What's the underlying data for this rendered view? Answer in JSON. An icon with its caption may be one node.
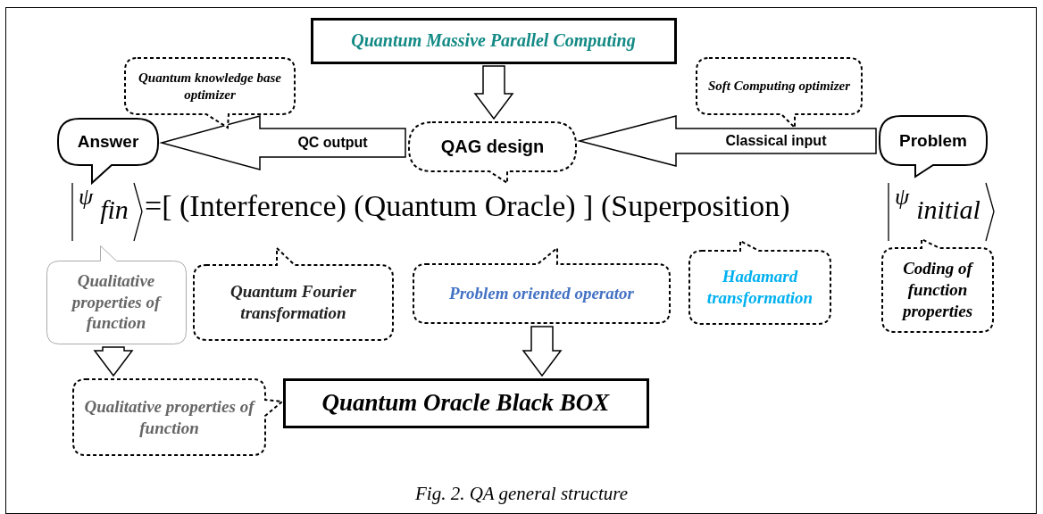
{
  "diagram": {
    "caption": "Fig. 2. QA general structure",
    "nodes": [
      {
        "text": [
          "Quantum Massive Parallel Computing"
        ]
      },
      {
        "text": [
          "Quantum knowledge base optimizer"
        ]
      },
      {
        "text": [
          "Soft Computing optimizer"
        ]
      },
      {
        "text": [
          "Answer"
        ]
      },
      {
        "text": [
          "QAG design"
        ]
      },
      {
        "text": [
          "Problem"
        ]
      },
      {
        "text": [
          "Qualitative properties of function"
        ]
      },
      {
        "text": [
          "Quantum Fourier transformation"
        ]
      },
      {
        "text": [
          "Problem oriented operator"
        ]
      },
      {
        "text": [
          "Hadamard transformation"
        ]
      },
      {
        "text": [
          "Coding of function properties"
        ]
      },
      {
        "text": [
          "Qualitative properties of function"
        ]
      },
      {
        "text": [
          "Quantum Oracle Black BOX"
        ]
      }
    ],
    "edges": [
      {
        "from": 0,
        "to": 4,
        "arrow": "to"
      },
      {
        "from": 5,
        "to": 4,
        "arrow": "to",
        "label": "Classical input"
      },
      {
        "from": 4,
        "to": 3,
        "arrow": "to",
        "label": "QC output"
      },
      {
        "from": 8,
        "to": 12,
        "arrow": "to"
      },
      {
        "from": 6,
        "to": 11,
        "arrow": "to"
      }
    ],
    "labels": [
      "ψ$_{fin}$",
      "=[ (Interference) (Quantum Oracle) ] (Superposition)",
      "ψ$_{initial}$"
    ]
  }
}
